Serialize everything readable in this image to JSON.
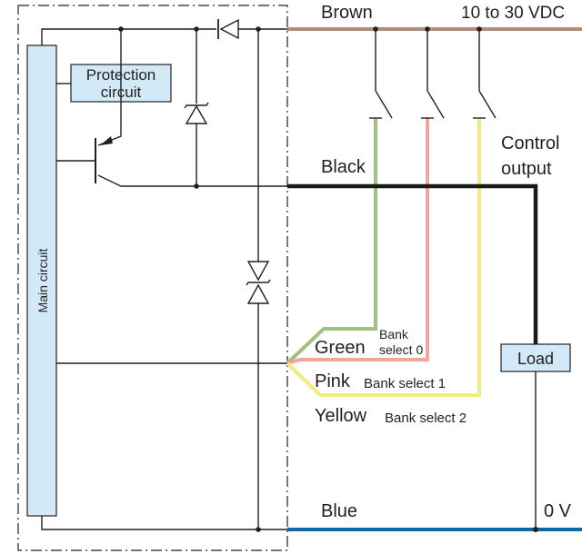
{
  "labels": {
    "brown": "Brown",
    "supply": "10 to 30 VDC",
    "control_output_line1": "Control",
    "control_output_line2": "output",
    "black": "Black",
    "protection_line1": "Protection",
    "protection_line2": "circuit",
    "main_circuit": "Main circuit",
    "green": "Green",
    "bank_select_0_line1": "Bank",
    "bank_select_0_line2": "select 0",
    "pink": "Pink",
    "bank_select_1": "Bank select 1",
    "yellow": "Yellow",
    "bank_select_2": "Bank select 2",
    "load": "Load",
    "blue": "Blue",
    "zero_volt": "0 V"
  },
  "colors": {
    "brown_wire": "#b08b76",
    "black_wire": "#1a1a1a",
    "green_wire": "#9ec27e",
    "pink_wire": "#f2a59c",
    "yellow_wire": "#f5e982",
    "blue_wire": "#0f6aa0",
    "box_fill": "#d2eaf8",
    "line": "#231f20"
  }
}
